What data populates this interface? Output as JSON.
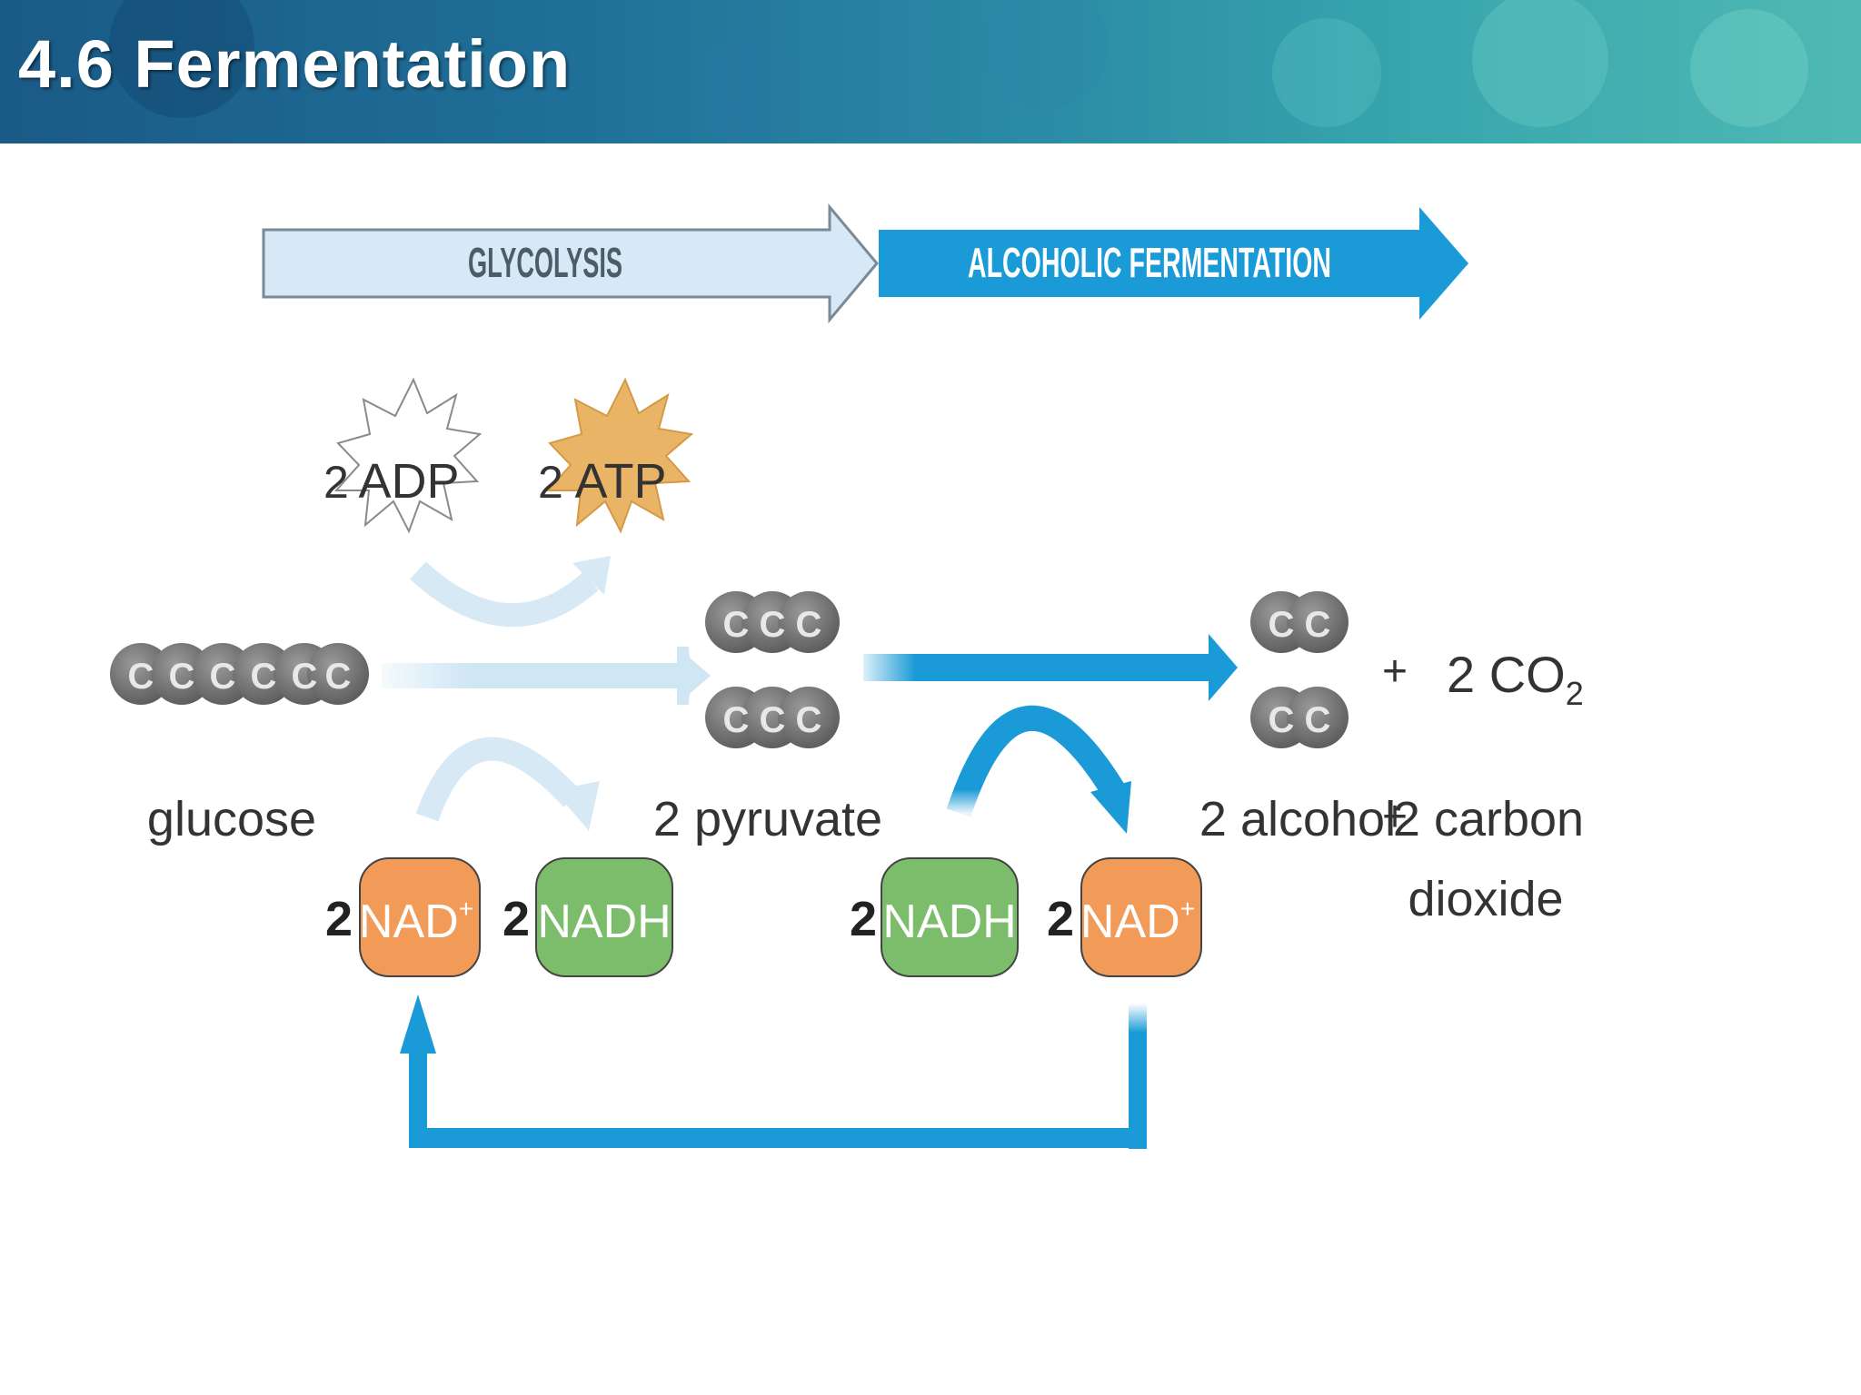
{
  "slide": {
    "title": "4.6 Fermentation"
  },
  "stages": {
    "glycolysis": "GLYCOLYSIS",
    "fermentation": "ALCOHOLIC FERMENTATION"
  },
  "energy": {
    "adp_count": "2",
    "adp": "ADP",
    "atp_count": "2",
    "atp": "ATP"
  },
  "glucose": {
    "carbons": [
      "C",
      "C",
      "C",
      "C",
      "C",
      "C"
    ],
    "label": "glucose"
  },
  "pyruvate": {
    "carbons": [
      "C",
      "C",
      "C"
    ],
    "label": "2 pyruvate"
  },
  "alcohol": {
    "carbons": [
      "C",
      "C"
    ],
    "label": "2 alcohol"
  },
  "co2": {
    "plus": "+",
    "count": "2 CO",
    "subscript": "2"
  },
  "products": {
    "plus": "+",
    "carbon_line1": "2 carbon",
    "carbon_line2": "dioxide"
  },
  "carriers": {
    "nad_left": {
      "count": "2",
      "label": "NAD",
      "sup": "+"
    },
    "nadh_left": {
      "count": "2",
      "label": "NADH"
    },
    "nadh_right": {
      "count": "2",
      "label": "NADH"
    },
    "nad_right": {
      "count": "2",
      "label": "NAD",
      "sup": "+"
    }
  },
  "colors": {
    "blue": "#1a9ad6",
    "light_blue": "#cfe6f5",
    "nad": "#f29a58",
    "nadh": "#7cbd6b",
    "atp": "#e9b465",
    "carbon": "#6b6b6b"
  }
}
